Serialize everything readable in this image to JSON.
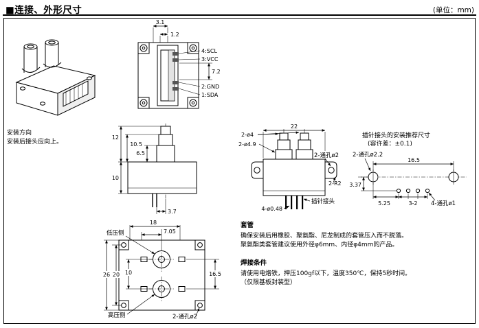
{
  "header": {
    "marker": "■",
    "title": "连接、外形尺寸",
    "unit": "(单位：mm)"
  },
  "mounting_note": {
    "line1": "安装方向",
    "line2": "安装后接头应向上。"
  },
  "front_view": {
    "dim_top_outer": "3.1",
    "dim_top_inner": "1.2",
    "dim_pin_span": "7.2",
    "pin_4": "4:SCL",
    "pin_3": "3:VCC",
    "pin_2": "2:GND",
    "pin_1": "1:SDA"
  },
  "side_view": {
    "dim_port_full": "12",
    "dim_port_mid": "10.5",
    "dim_port_low": "6.5",
    "dim_body": "10",
    "dim_pin_offset": "3.7"
  },
  "port_view": {
    "dim_width": "22",
    "label_ports": "2-ø4",
    "label_port_base": "2-ø4.9",
    "label_through_hole": "2-通孔ø2",
    "label_radius": "2-R2",
    "label_pins": "插针接头",
    "label_pin_dia": "4-ø0.48"
  },
  "recommended_layout": {
    "title": "插针接头的安装推荐尺寸",
    "tolerance": "(容许差：±0.1)",
    "label_hole": "2-通孔ø2.2",
    "dim_span": "16.5",
    "dim_offset": "3.37",
    "dim_left": "5.25",
    "dim_pitch": "3-2",
    "label_small_holes": "4-通孔ø1"
  },
  "bottom_view": {
    "dim_width": "18",
    "dim_port_x": "7.05",
    "dim_height": "26",
    "dim_inner": "20",
    "dim_port_pitch": "10",
    "dim_row_span": "16.5",
    "label_low": "低压侧",
    "label_high": "高压侧",
    "label_holes": "2-通孔ø2"
  },
  "notes": {
    "sleeve_title": "套管",
    "sleeve_line1": "确保安装后用橡胶、聚氨酯、尼龙制成的套管压入而不脱落。",
    "sleeve_line2": "聚氨酯类套管建议使用外径φ6mm、内径φ4mm的产品。",
    "solder_title": "焊接条件",
    "solder_line1": "请使用电烙铁，押压100gf以下，温度350℃，保持5秒时间。",
    "solder_line2": "（仅限基板封装型）"
  }
}
